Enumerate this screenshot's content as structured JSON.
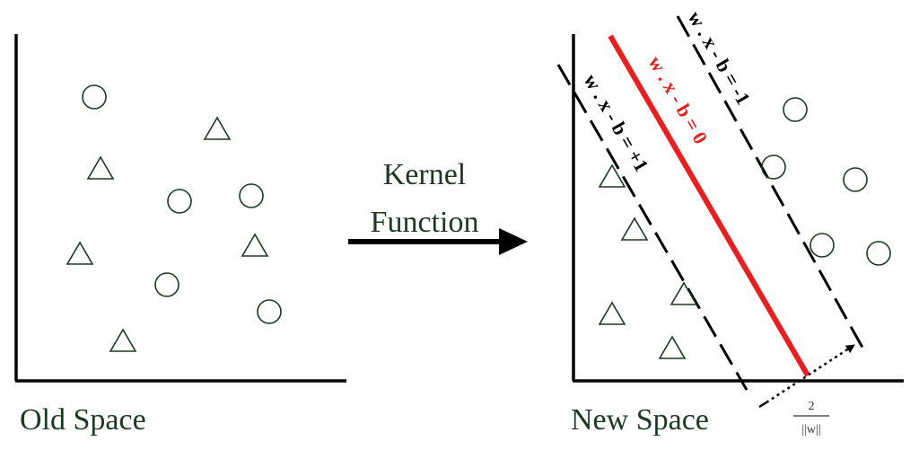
{
  "old_space": {
    "label": "Old Space",
    "circles": [
      [
        105,
        108
      ],
      [
        200,
        224
      ],
      [
        280,
        218
      ],
      [
        186,
        317
      ],
      [
        300,
        347
      ]
    ],
    "triangles": [
      [
        242,
        144
      ],
      [
        112,
        188
      ],
      [
        89,
        283
      ],
      [
        284,
        274
      ],
      [
        137,
        380
      ]
    ]
  },
  "transform": {
    "label_line1": "Kernel",
    "label_line2": "Function"
  },
  "new_space": {
    "label": "New Space",
    "circles": [
      [
        886,
        122
      ],
      [
        862,
        186
      ],
      [
        953,
        200
      ],
      [
        916,
        273
      ],
      [
        979,
        282
      ]
    ],
    "triangles": [
      [
        682,
        197
      ],
      [
        707,
        256
      ],
      [
        762,
        328
      ],
      [
        682,
        350
      ],
      [
        749,
        388
      ]
    ],
    "boundary_equation": "w . x - b = 0",
    "margin_plus_equation": "w . x - b = +1",
    "margin_minus_equation": "w . x - b = -1",
    "margin_width_numerator": "2",
    "margin_width_denominator": "||w||"
  },
  "colors": {
    "points": "#1b3a22",
    "boundary": "#ee1d1d",
    "labels": "#1b3a22",
    "axes": "#000000"
  }
}
